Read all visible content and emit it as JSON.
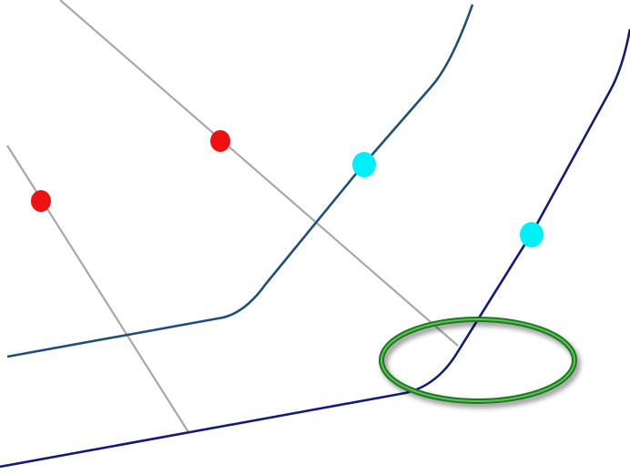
{
  "diagram": {
    "colors": {
      "background": "#ffffff",
      "gray_line": "#a8a8a8",
      "teal_line": "#1f4e79",
      "navy_line": "#141a78",
      "red_marker": "#ee1111",
      "cyan_marker": "#00f0f8",
      "highlight_ring": "#2f8f2f"
    },
    "elements": [
      "gray-line-upper",
      "gray-line-lower",
      "teal-curve",
      "navy-curve",
      "red-vertex-marker-upper",
      "red-vertex-marker-lower",
      "cyan-vertex-marker-upper",
      "cyan-vertex-marker-lower",
      "green-highlight-ellipse"
    ]
  }
}
